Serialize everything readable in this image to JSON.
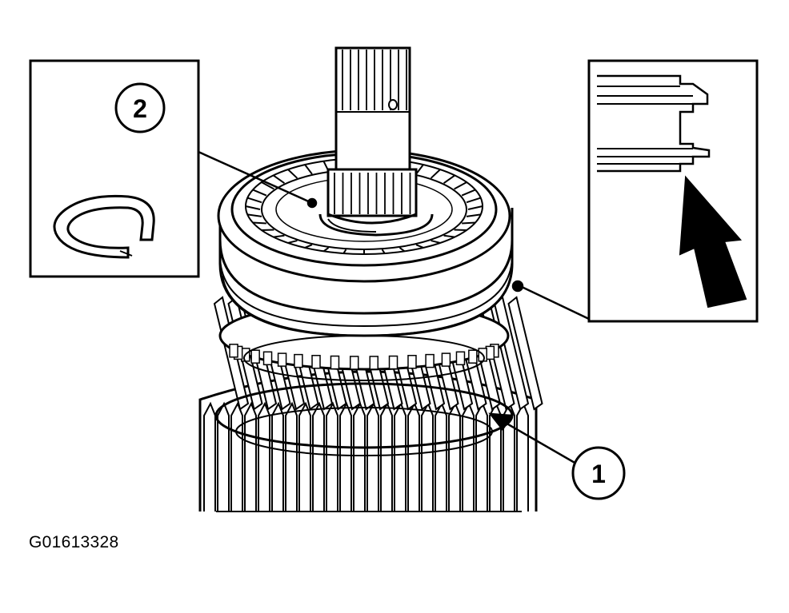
{
  "figure": {
    "id": "G01613328",
    "colors": {
      "ink": "#000000",
      "paper": "#ffffff"
    }
  },
  "callouts": [
    {
      "number": "1",
      "target": "gear-assembly"
    },
    {
      "number": "2",
      "target": "snap-ring"
    }
  ],
  "insets": [
    {
      "name": "snap-ring-detail",
      "shows": "snap-ring"
    },
    {
      "name": "groove-detail",
      "shows": "snap-ring-groove"
    }
  ]
}
